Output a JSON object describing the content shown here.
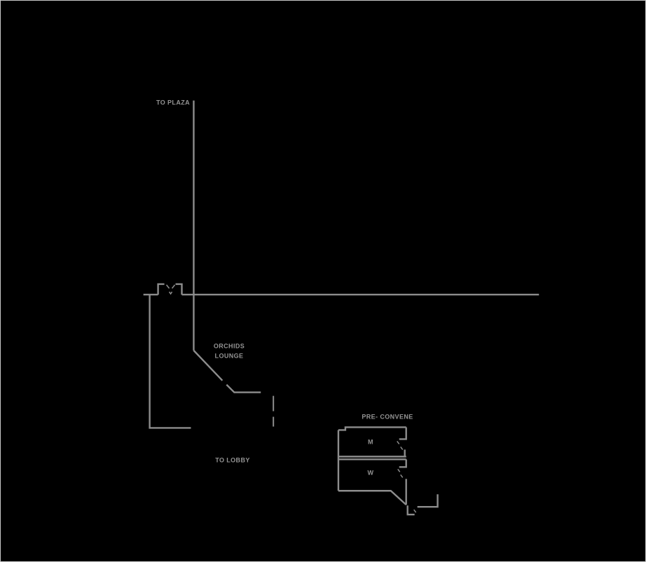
{
  "drawing": {
    "title": "hotel floor plan fragment",
    "background": "#000000",
    "frame_color": "#c8c8c8",
    "line_color": "#8d8d8d",
    "text_color": "#949494",
    "labels": {
      "to_plaza": "TO PLAZA",
      "orchids_line1": "ORCHIDS",
      "orchids_line2": "LOUNGE",
      "to_lobby": "TO LOBBY",
      "pre_convene": "PRE- CONVENE",
      "mens": "M",
      "womens": "W"
    }
  }
}
